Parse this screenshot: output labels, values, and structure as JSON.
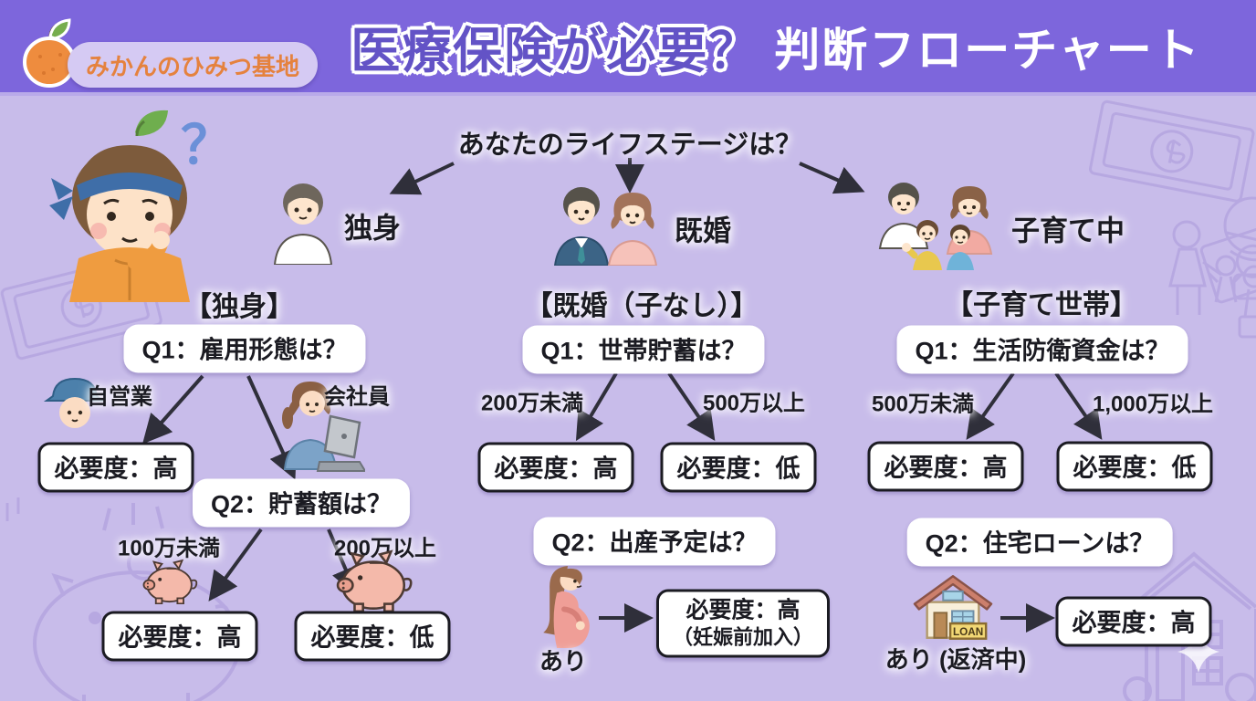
{
  "header": {
    "logo_text": "みかんのひみつ基地",
    "title_accent": "医療保険が必要？",
    "title_rest": "判断フローチャート"
  },
  "flow": {
    "root_question": "あなたのライフステージは？",
    "stages": [
      {
        "label": "独身"
      },
      {
        "label": "既婚"
      },
      {
        "label": "子育て中"
      }
    ]
  },
  "columns": [
    {
      "header": "【独身】",
      "q1": "Q1：雇用形態は？",
      "q1_left_label": "自営業",
      "q1_left_result": "必要度：高",
      "q1_right_label": "会社員",
      "q2": "Q2：貯蓄額は？",
      "q2_left_label": "100万未満",
      "q2_left_result": "必要度：高",
      "q2_right_label": "200万以上",
      "q2_right_result": "必要度：低"
    },
    {
      "header": "【既婚（子なし）】",
      "q1": "Q1：世帯貯蓄は？",
      "q1_left_label": "200万未満",
      "q1_left_result": "必要度：高",
      "q1_right_label": "500万以上",
      "q1_right_result": "必要度：低",
      "q2": "Q2：出産予定は？",
      "q2_branch_label": "あり",
      "q2_result_line1": "必要度：高",
      "q2_result_line2": "（妊娠前加入）"
    },
    {
      "header": "【子育て世帯】",
      "q1": "Q1：生活防衛資金は？",
      "q1_left_label": "500万未満",
      "q1_left_result": "必要度：高",
      "q1_right_label": "1,000万以上",
      "q1_right_result": "必要度：低",
      "q2": "Q2：住宅ローンは？",
      "q2_branch_label": "あり (返済中)",
      "q2_result": "必要度：高"
    }
  ],
  "labels": {
    "loan_sign": "LOAN"
  },
  "illust": {
    "question_mark": "？"
  },
  "colors": {
    "header_bg": "#7D66DC",
    "canvas_bg": "#C8BCEA",
    "title_accent": "#6353C6",
    "logo_text": "#E5823E",
    "box_border": "#1B1B22",
    "arrow": "#2F2F3A",
    "doodle": "#AC9CDB"
  }
}
